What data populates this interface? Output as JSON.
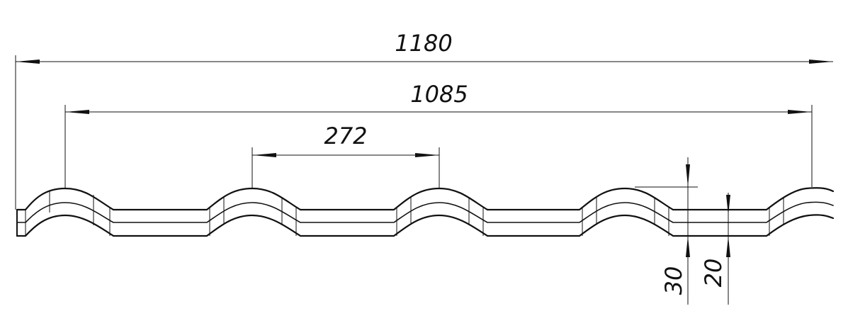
{
  "drawing": {
    "title": "",
    "dimensions": {
      "overall_width": "1180",
      "effective_width": "1085",
      "wave_pitch": "272",
      "total_height": "30",
      "step_height": "20"
    },
    "colors": {
      "line": "#111111",
      "background": "#ffffff"
    }
  }
}
